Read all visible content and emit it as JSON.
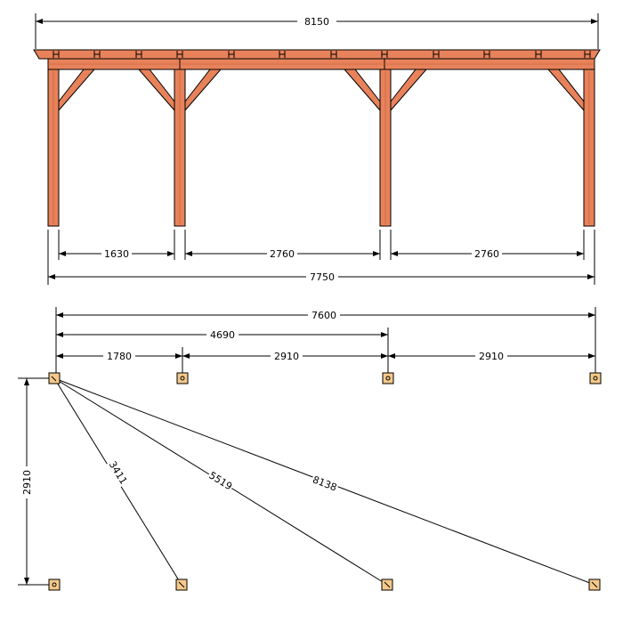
{
  "drawing": {
    "colors": {
      "wood": "#e8825a",
      "wood_light": "#f0a07c",
      "outline": "#000000",
      "post_foot": "#f5c98a",
      "background": "#ffffff"
    },
    "elevation": {
      "roof_length": "8150",
      "span_1": "1630",
      "span_2": "2760",
      "span_3": "2760",
      "post_total": "7750"
    },
    "plan": {
      "total_length": "7600",
      "length_to_third_post": "4690",
      "span_1": "1780",
      "span_2": "2910",
      "span_3": "2910",
      "depth": "2910",
      "diagonal_1": "3411",
      "diagonal_2": "5519",
      "diagonal_3": "8138"
    }
  }
}
